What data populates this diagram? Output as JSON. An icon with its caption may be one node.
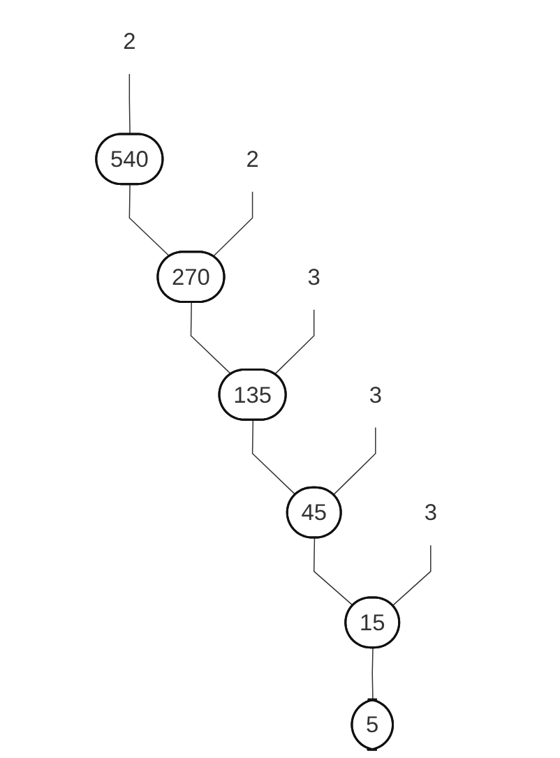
{
  "diagram": {
    "nodes": [
      {
        "text": [
          "540"
        ]
      },
      {
        "text": [
          "2"
        ]
      },
      {
        "text": [
          "270"
        ]
      },
      {
        "text": [
          "2"
        ]
      },
      {
        "text": [
          "135"
        ]
      },
      {
        "text": [
          "3"
        ]
      },
      {
        "text": [
          "45"
        ]
      },
      {
        "text": [
          "3"
        ]
      },
      {
        "text": [
          "15"
        ]
      },
      {
        "text": [
          "3"
        ]
      },
      {
        "text": [
          "5"
        ]
      }
    ],
    "edges": [
      {
        "from": 1,
        "to": 0,
        "arrow": "none"
      },
      {
        "from": 0,
        "to": 2,
        "arrow": "none"
      },
      {
        "from": 3,
        "to": 2,
        "arrow": "none"
      },
      {
        "from": 2,
        "to": 4,
        "arrow": "none"
      },
      {
        "from": 5,
        "to": 4,
        "arrow": "none"
      },
      {
        "from": 4,
        "to": 6,
        "arrow": "none"
      },
      {
        "from": 7,
        "to": 6,
        "arrow": "none"
      },
      {
        "from": 6,
        "to": 8,
        "arrow": "none"
      },
      {
        "from": 9,
        "to": 8,
        "arrow": "none"
      },
      {
        "from": 8,
        "to": 10,
        "arrow": "none"
      }
    ]
  }
}
